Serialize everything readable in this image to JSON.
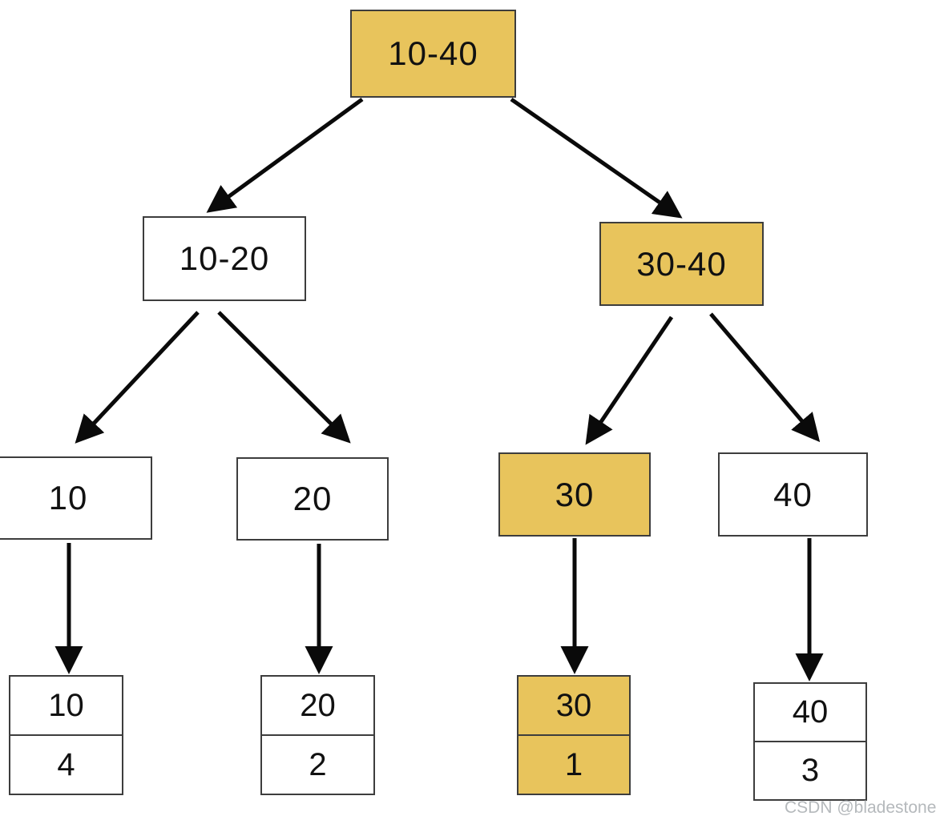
{
  "colors": {
    "highlight": "#e8c45c",
    "box-border": "#3d3d3d",
    "arrow": "#0a0a0a",
    "background": "#ffffff",
    "text": "#111111",
    "watermark": "#b5b9bc"
  },
  "tree": {
    "root": {
      "label": "10-40",
      "highlighted": true
    },
    "internal": [
      {
        "label": "10-20",
        "highlighted": false
      },
      {
        "label": "30-40",
        "highlighted": true
      }
    ],
    "leaves": [
      {
        "label": "10",
        "highlighted": false
      },
      {
        "label": "20",
        "highlighted": false
      },
      {
        "label": "30",
        "highlighted": true
      },
      {
        "label": "40",
        "highlighted": false
      }
    ],
    "records": [
      {
        "key": "10",
        "count": "4",
        "highlighted": false
      },
      {
        "key": "20",
        "count": "2",
        "highlighted": false
      },
      {
        "key": "30",
        "count": "1",
        "highlighted": true
      },
      {
        "key": "40",
        "count": "3",
        "highlighted": false
      }
    ]
  },
  "watermark": {
    "text": "CSDN @bladestone"
  }
}
